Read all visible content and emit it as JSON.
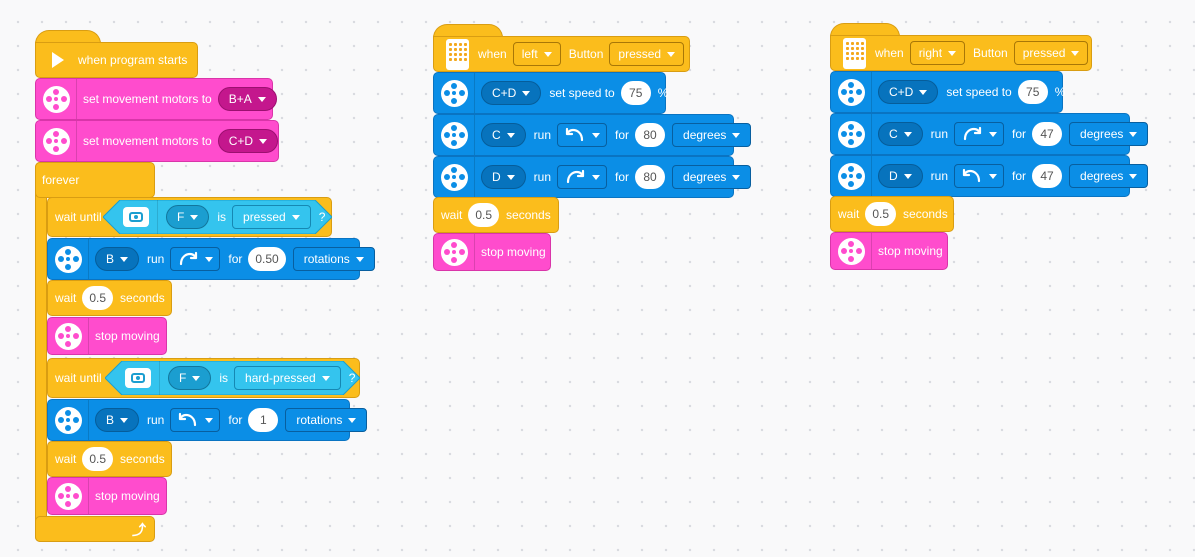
{
  "canvas": {
    "dot_color": "#d8dadf",
    "background": "#f9f9fa"
  },
  "colors": {
    "events": "#fbbd1c",
    "motors": "#0b8ee6",
    "movement": "#ff4ccd",
    "sensors": "#34c4ee"
  },
  "icons": {
    "start": "play-icon",
    "hub": "hub-icon",
    "motor": "motor-wheel-icon",
    "movement": "movement-wheel-icon",
    "force_sensor": "force-sensor-icon",
    "clockwise": "clockwise-arrow-icon",
    "counterclockwise": "counterclockwise-arrow-icon",
    "loop": "loop-arrow-icon"
  },
  "stack1": {
    "hat": {
      "label": "when program starts"
    },
    "movement_motors_1": {
      "label": "set movement motors to",
      "value": "B+A"
    },
    "movement_motors_2": {
      "label": "set movement motors to",
      "value": "C+D"
    },
    "forever": {
      "label": "forever"
    },
    "wait_until_1": {
      "label": "wait until",
      "port": "F",
      "is": "is",
      "state": "pressed",
      "q": "?"
    },
    "run_1": {
      "port": "B",
      "run": "run",
      "direction": "clockwise",
      "for": "for",
      "amount": "0.50",
      "unit": "rotations"
    },
    "wait_1": {
      "label": "wait",
      "value": "0.5",
      "unit": "seconds"
    },
    "stop_1": {
      "label": "stop moving"
    },
    "wait_until_2": {
      "label": "wait until",
      "port": "F",
      "is": "is",
      "state": "hard-pressed",
      "q": "?"
    },
    "run_2": {
      "port": "B",
      "run": "run",
      "direction": "counterclockwise",
      "for": "for",
      "amount": "1",
      "unit": "rotations"
    },
    "wait_2": {
      "label": "wait",
      "value": "0.5",
      "unit": "seconds"
    },
    "stop_2": {
      "label": "stop moving"
    }
  },
  "stack2": {
    "hat": {
      "when": "when",
      "button": "left",
      "label": "Button",
      "state": "pressed"
    },
    "speed": {
      "port": "C+D",
      "label": "set speed to",
      "value": "75",
      "unit": "%"
    },
    "run_c": {
      "port": "C",
      "run": "run",
      "direction": "counterclockwise",
      "for": "for",
      "amount": "80",
      "unit": "degrees"
    },
    "run_d": {
      "port": "D",
      "run": "run",
      "direction": "clockwise",
      "for": "for",
      "amount": "80",
      "unit": "degrees"
    },
    "wait": {
      "label": "wait",
      "value": "0.5",
      "unit": "seconds"
    },
    "stop": {
      "label": "stop moving"
    }
  },
  "stack3": {
    "hat": {
      "when": "when",
      "button": "right",
      "label": "Button",
      "state": "pressed"
    },
    "speed": {
      "port": "C+D",
      "label": "set speed to",
      "value": "75",
      "unit": "%"
    },
    "run_c": {
      "port": "C",
      "run": "run",
      "direction": "clockwise",
      "for": "for",
      "amount": "47",
      "unit": "degrees"
    },
    "run_d": {
      "port": "D",
      "run": "run",
      "direction": "counterclockwise",
      "for": "for",
      "amount": "47",
      "unit": "degrees"
    },
    "wait": {
      "label": "wait",
      "value": "0.5",
      "unit": "seconds"
    },
    "stop": {
      "label": "stop moving"
    }
  }
}
